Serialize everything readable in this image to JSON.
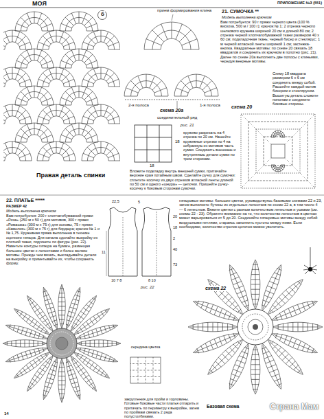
{
  "diagram": {
    "labels": [
      "МОЯ",
      "ПРИЛОЖЕНИЕ №3 (551)",
      "б",
      "Правая деталь спинки",
      "прием формирования клина",
      "2-я полоса",
      "1-я полоса",
      "схема 20а",
      "соединительный ряд",
      "рис. 21",
      "18",
      "18",
      "21. СУМОЧКА **",
      "Модель выполнена крючком",
      "Вам потребуется: 90 г пряжи черного цвета (100 % вискоза, 500 м / 100 г); крючок № 1; 2 отрезка черного шелкового кружева шириной 20 см и длиной 80 см; 2 отрезка черной хлопчатобумажной ткани размером 40 х 60 см; подкладочная ткань; черный бисер и стеклярус; 1 м черной атласной ленты шириной 1 см; застежка-кнопка. Квадратные мотивы: по схеме 20 связать 18 квадратов и соединить их крючком в полотно (рис. 21). Далее по схеме 20а выполнить две полосы с клиньями, чередуя веерные мотивы.",
      "схема 20",
      "Схему 18 квадрата размером 6 х 6 см соединить между собой. Расшейте каждый мотив бисером и стеклярусом. Вышитую деталь сложите пополам и соедините боковые стороны.",
      "кружево разрезать на 4 отрезка по 20 см. Нашейте кружевные отрезки по 4 на собранную из мотивов часть сумки. Соединить внешнюю и внутреннюю детали сумки по трем сторонам.",
      "Вложите подкладку внутрь внешней сумки, притачайте верхние края потайным швом. Сделайте ручку для сумочки: сплетите косичку из двух отрезков атласной ленты длиной по 50 см и одного «шнура» — цепочки. Пришейте ручку-косичку к боковым сторонам сумочки.",
      "22. ПЛАТЬЕ *****",
      "РАЗМЕР 42",
      "Модель выполнена крючком",
      "Вам потребуется: 200 г хлопчатобумажной пряжи «Роза» (250 м х 50 г) для мотивов, 300 г пряжи «Ромашка» (300 м х 75 г) для основы, 75 г пряжи «Камелия» (300 м х 75 г) для бордюра; крючок № 1 и № 1,75. Кружевная пряжа выполнена в технике сцепного гипюра. Для начала сделайте выкройку из плотной ткани, подгоните по фигуре (рис. 22). Наметьте контуры гипюра на бумаге, размещая большие цветки с лепестками и более мелкие мотивы. Прежде чем вязать, выкладывайте детали на выкройку и приметывайте их, чтобы сохранить форму.",
      "22,5",
      "5",
      "11",
      "20",
      "18",
      "2",
      "40",
      "73",
      "10 7 8",
      "8 10",
      "рис. 22",
      "гипюровые мотивы: большие цветки, руководствуясь базовыми схемами 22 и 23, затем выполните бутоны из отдельных лепестков по схеме 22 а, в том числе 4 — 6 лепестков. Вяжите цветки с разным количеством лепестков и ушками (см. схемы 22 - 23). Обратите внимание на то, что количество лепестков в цветках может варьироваться от 5 до 20. Соединяйте гипюровые мотивы между собой воздушными петлями, стараясь заполнить пустоты между ними. Если необходимо, количество стрелок-цепочек можно увеличить.",
      "схема 22",
      "середина цветка",
      "Базовая схема",
      "закругления для пройм и горловины. Готовые боковые части платья отпарить и притачать по периметру к выкройке, затем по проймам связать 2 ряда полустолбиками.",
      "14",
      "Страна Мам"
    ]
  }
}
